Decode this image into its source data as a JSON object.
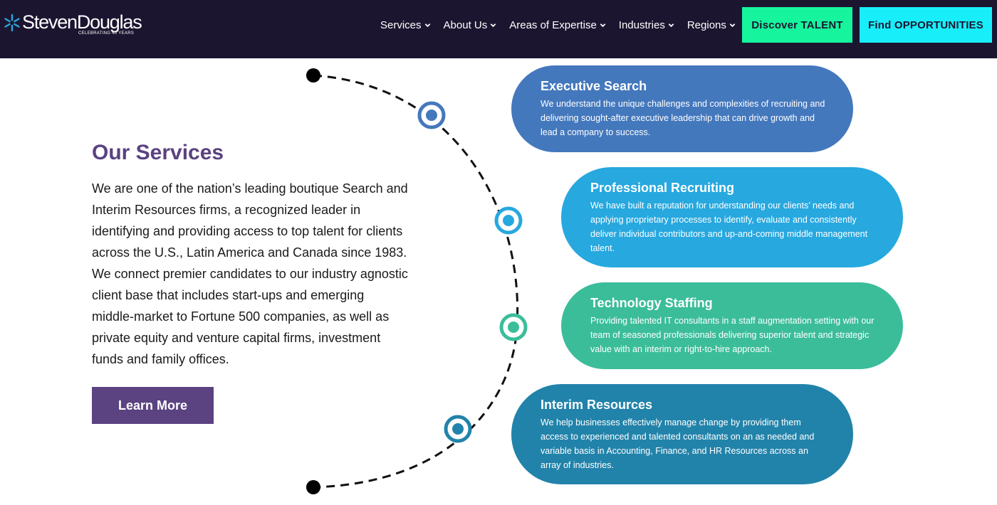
{
  "brand": {
    "name": "StevenDouglas",
    "tagline": "CELEBRATING 40 YEARS",
    "star_color": "#27a8df"
  },
  "nav": {
    "items": [
      {
        "label": "Services"
      },
      {
        "label": "About Us"
      },
      {
        "label": "Areas of Expertise"
      },
      {
        "label": "Industries"
      },
      {
        "label": "Regions"
      }
    ],
    "cta_talent": "Discover TALENT",
    "cta_opportunities": "Find OPPORTUNITIES"
  },
  "main": {
    "title": "Our Services",
    "description": "We are one of the nation’s leading boutique Search and Interim Resources firms, a recognized leader in identifying and providing access to top talent for clients across the U.S., Latin America and Canada since 1983. We connect premier candidates to our industry agnostic client base that includes start-ups and emerging middle-market to Fortune 500 companies, as well as private equity and venture capital firms, investment funds and family offices.",
    "learn_more": "Learn More"
  },
  "services": [
    {
      "title": "Executive Search",
      "text": "We understand the unique challenges and complexities of recruiting and delivering sought-after executive leadership that can drive growth and lead a company to success.",
      "color": "#4478bd"
    },
    {
      "title": "Professional Recruiting",
      "text": "We have built a reputation for understanding our clients’ needs and applying proprietary processes to identify, evaluate and consistently deliver individual contributors and up-and-coming middle management talent.",
      "color": "#27a8df"
    },
    {
      "title": "Technology Staffing",
      "text": "Providing talented IT consultants in a staff augmentation setting with our team of seasoned professionals delivering superior talent and strategic value with an interim or right-to-hire approach.",
      "color": "#3bbd9a"
    },
    {
      "title": "Interim Resources",
      "text": "We help businesses effectively manage change by providing them access to experienced and talented consultants on an as needed and variable basis in Accounting, Finance, and HR Resources across an array of industries.",
      "color": "#2283aa"
    }
  ],
  "colors": {
    "header_bg": "#1c1530",
    "accent_purple": "#5b4281",
    "cta_green": "#16f59e",
    "cta_cyan": "#18eef9"
  }
}
